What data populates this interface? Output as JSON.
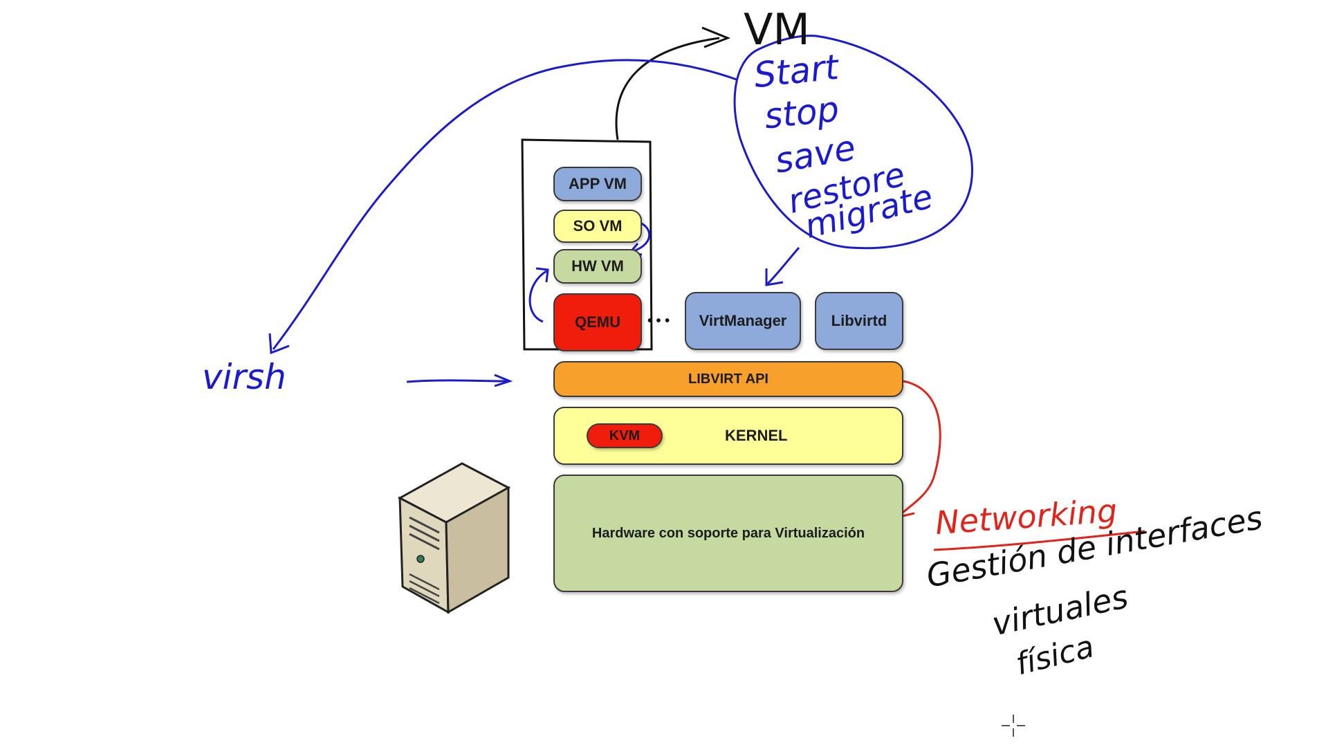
{
  "stack": {
    "app_vm": "APP VM",
    "so_vm": "SO VM",
    "hw_vm": "HW VM",
    "qemu": "QEMU",
    "ellipsis": "• • •",
    "virtmanager": "VirtManager",
    "libvirtd": "Libvirtd",
    "libvirt_api": "LIBVIRT API",
    "kvm": "KVM",
    "kernel": "KERNEL",
    "hardware": "Hardware con soporte para Virtualización"
  },
  "notes": {
    "vm": "VM",
    "operations": [
      "Start",
      "stop",
      "save",
      "restore",
      "migrate"
    ],
    "virsh": "virsh",
    "networking": "Networking",
    "gestion_line1": "Gestión de interfaces",
    "gestion_line2": "virtuales",
    "gestion_line3": "física"
  },
  "colors": {
    "blue_box": "#8eaadb",
    "yellow_box": "#ffff99",
    "green_box": "#c5d9a1",
    "red_box": "#f01c0c",
    "orange_box": "#f7a02c",
    "ink_blue": "#1a1ad0",
    "ink_black": "#111111",
    "ink_red": "#e32219"
  }
}
